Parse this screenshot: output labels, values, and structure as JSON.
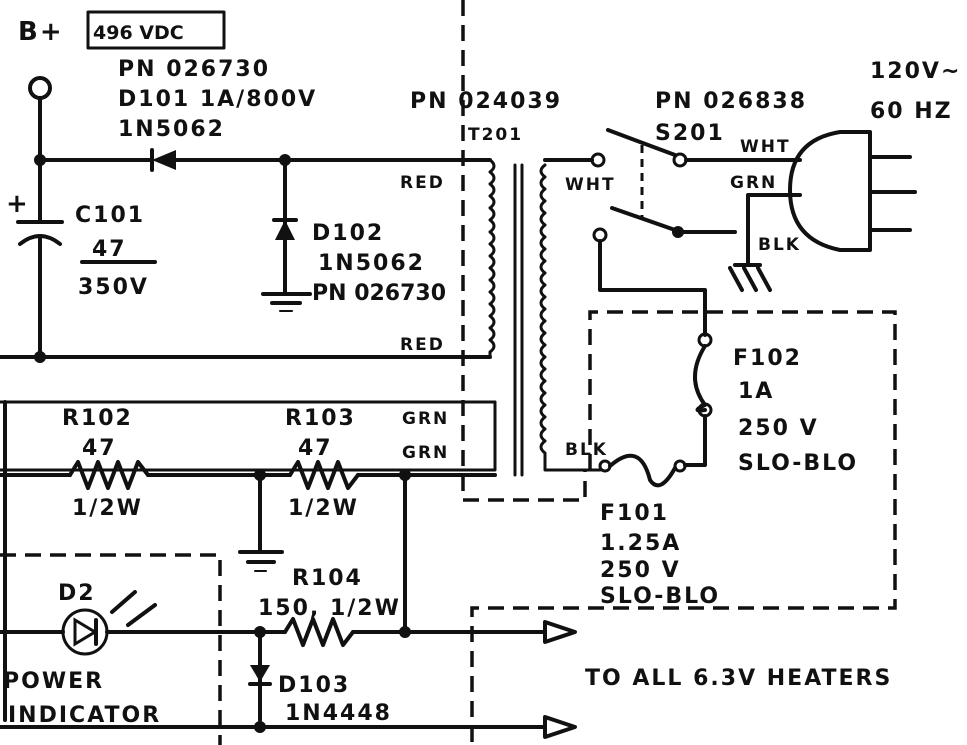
{
  "supply": {
    "label": "B+",
    "voltage": "496 VDC"
  },
  "d101": {
    "pn": "PN 026730",
    "ref": "D101   1A/800V",
    "part": "1N5062"
  },
  "c101": {
    "ref": "C101",
    "value": "47",
    "voltage": "350V",
    "polarity": "+"
  },
  "d102": {
    "ref": "D102",
    "part": "1N5062",
    "pn": "PN 026730"
  },
  "t201": {
    "pn": "PN 024039",
    "ref": "T201",
    "taps": [
      "RED",
      "RED",
      "GRN",
      "GRN",
      "WHT",
      "BLK"
    ]
  },
  "s201": {
    "pn": "PN 026838",
    "ref": "S201"
  },
  "mains": {
    "voltage": "120V~",
    "freq": "60 HZ",
    "wires": [
      "WHT",
      "GRN",
      "BLK"
    ]
  },
  "f102": {
    "ref": "F102",
    "current": "1A",
    "voltage": "250 V",
    "type": "SLO-BLO"
  },
  "f101": {
    "ref": "F101",
    "current": "1.25A",
    "voltage": "250 V",
    "type": "SLO-BLO"
  },
  "r102": {
    "ref": "R102",
    "value": "47",
    "power": "1/2W"
  },
  "r103": {
    "ref": "R103",
    "value": "47",
    "power": "1/2W"
  },
  "r104": {
    "ref": "R104",
    "value": "150, 1/2W"
  },
  "d2": {
    "ref": "D2",
    "label1": "POWER",
    "label2": "INDICATOR"
  },
  "d103": {
    "ref": "D103",
    "part": "1N4448"
  },
  "heaters": {
    "label": "TO ALL 6.3V HEATERS"
  }
}
